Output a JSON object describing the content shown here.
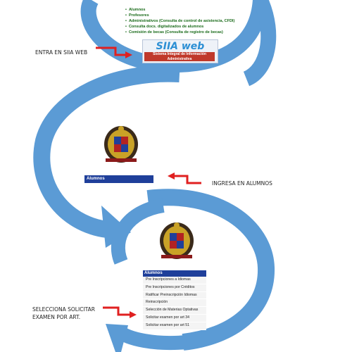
{
  "header_items": [
    "Alumnos",
    "Profesores",
    "Administrativos (Consulta de control de asistencia, CFDI)",
    "Consulta docs. digitalizados de alumnos",
    "Comisión de becas (Consulta de registro de becas)"
  ],
  "steps": {
    "step1": "ENTRA EN SIIA WEB",
    "step2": "INGRESA EN ALUMNOS",
    "step3_line1": "SELECCIONA SOLICITAR",
    "step3_line2": "EXAMEN POR ART."
  },
  "siia_banner": {
    "title": "SIIA web",
    "subtitle_line1": "Sistema Integral de Información",
    "subtitle_line2": "Administrativa"
  },
  "alumnos_bar": "Alumnos",
  "alumnos_menu": {
    "header": "Alumnos",
    "items": [
      "Pre Inscripciones a Idiomas",
      "Pre Inscripciones por Créditos",
      "Ratificar Preinscripción Idiomas",
      "Reinscripción",
      "Selección de Materias Optativas",
      "Solicitar examen por art 34",
      "Solicitar examen por art 51"
    ]
  },
  "colors": {
    "flow_arrow": "#5b9bd5",
    "pointer_arrow": "#e02020",
    "menu_header": "#1f3f9a",
    "list_text": "#1a6b1a"
  }
}
